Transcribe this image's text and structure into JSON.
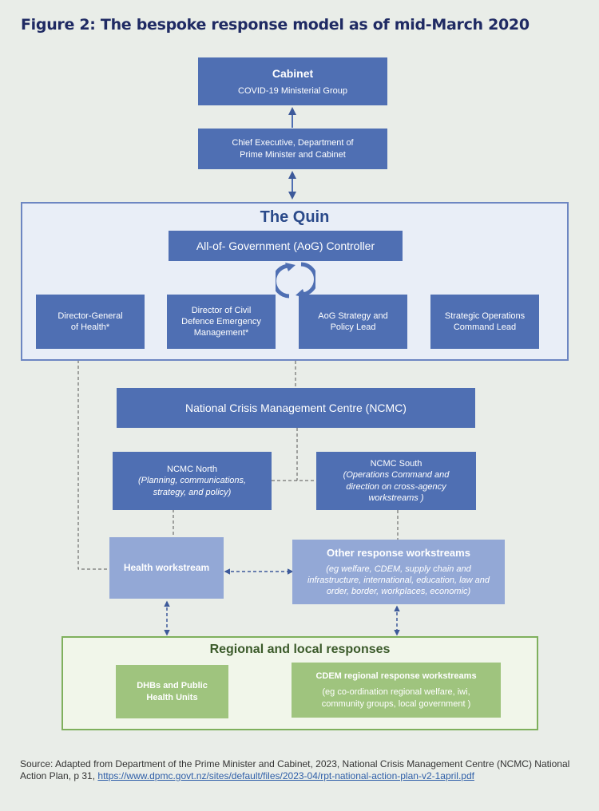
{
  "title": "Figure 2: The bespoke response model as of mid-March 2020",
  "colors": {
    "title": "#1f2a63",
    "dark_box": "#4f6fb3",
    "light_box": "#93a8d6",
    "green_box": "#9fc47e",
    "quin_border": "#6d86c2",
    "regional_border": "#7fb05d",
    "link": "#2f5fa8"
  },
  "nodes": {
    "cabinet": {
      "title": "Cabinet",
      "subtitle": "COVID-19 Ministerial Group"
    },
    "chief_executive": {
      "line1": "Chief Executive, Department of",
      "line2": "Prime Minister and Cabinet"
    },
    "quin": {
      "title": "The Quin",
      "controller": "All-of- Government (AoG) Controller",
      "members": [
        {
          "line1": "Director-General",
          "line2": "of Health*"
        },
        {
          "line1": "Director of Civil",
          "line2": "Defence Emergency",
          "line3": "Management*"
        },
        {
          "line1": "AoG Strategy and",
          "line2": "Policy Lead"
        },
        {
          "line1": "Strategic Operations",
          "line2": "Command Lead"
        }
      ]
    },
    "ncmc": "National Crisis Management Centre (NCMC)",
    "ncmc_north": {
      "title": "NCMC North",
      "line1": "(Planning, communications,",
      "line2": "strategy,  and policy)"
    },
    "ncmc_south": {
      "title": "NCMC South",
      "line1": "(Operations  Command and",
      "line2": "direction  on cross-agency",
      "line3": "workstreams  )"
    },
    "health_workstream": "Health workstream",
    "other_workstreams": {
      "title": "Other response workstreams",
      "line1": "(eg welfare, CDEM, supply chain and",
      "line2": "infrastructure, international, education, law and",
      "line3": "order, border, workplaces, economic)"
    },
    "regional": {
      "title": "Regional and local responses",
      "dhbs": {
        "line1": "DHBs and Public",
        "line2": "Health Units"
      },
      "cdem": {
        "title": "CDEM regional  response workstreams",
        "line1": "(eg co-ordination regional welfare, iwi,",
        "line2": "community  groups, local government )"
      }
    }
  },
  "source": {
    "text": "Source: Adapted from Department of the Prime Minister and Cabinet, 2023, National Crisis Management Centre (NCMC) National Action Plan, p 31, ",
    "link": "https://www.dpmc.govt.nz/sites/default/files/2023-04/rpt-national-action-plan-v2-1april.pdf"
  }
}
